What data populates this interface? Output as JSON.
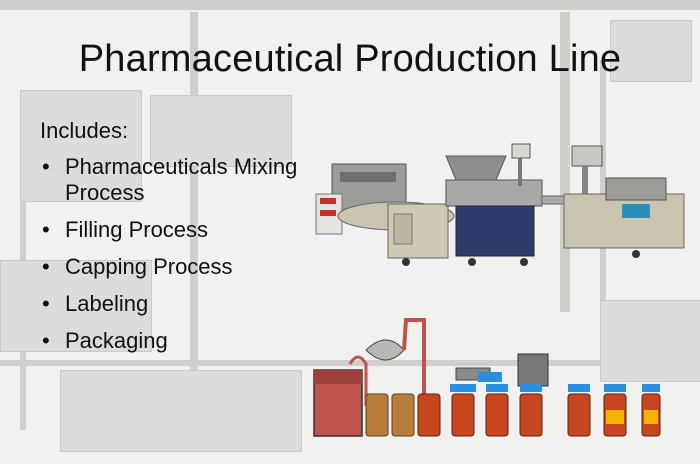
{
  "slide": {
    "title": "Pharmaceutical Production Line",
    "intro": "Includes:",
    "bullet_glyph": "•",
    "bullets": [
      "Pharmaceuticals Mixing Process",
      "Filling Process",
      "Capping Process",
      "Labeling",
      "Packaging"
    ]
  },
  "colors": {
    "mixing_liquid": "#c0544d",
    "bottle_amber": "#b87d3c",
    "bottle_filled": "#c8461f",
    "cap_blue": "#2b8fe0",
    "machine_gray": "#8a8a88"
  }
}
